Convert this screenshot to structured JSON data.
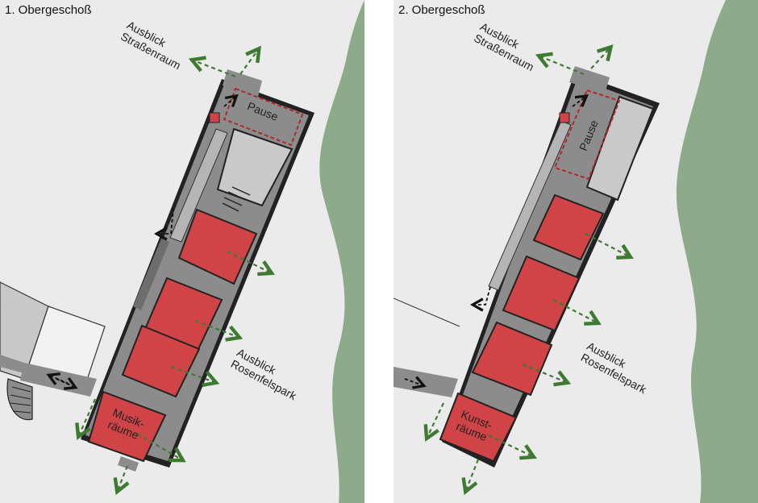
{
  "panels": [
    {
      "title": "1. Obergeschoß",
      "view_street": [
        "Ausblick",
        "Straßenraum"
      ],
      "view_park": [
        "Ausblick",
        "Rosenfelspark"
      ],
      "pause_label": "Pause",
      "rooms_label": [
        "Musik-",
        "räume"
      ]
    },
    {
      "title": "2. Obergeschoß",
      "view_street": [
        "Ausblick",
        "Straßenraum"
      ],
      "view_park": [
        "Ausblick",
        "Rosenfelspark"
      ],
      "pause_label": "Pause",
      "rooms_label": [
        "Kunst-",
        "räume"
      ]
    }
  ],
  "colors": {
    "background": "#ebebeb",
    "park": "#8daa8b",
    "corridor": "#8c8c8c",
    "room": "#d04346",
    "light_room": "#c9c9c9",
    "pause_outline": "#b0282b",
    "view_arrow": "#3f7a32",
    "access_arrow": "#111111"
  }
}
